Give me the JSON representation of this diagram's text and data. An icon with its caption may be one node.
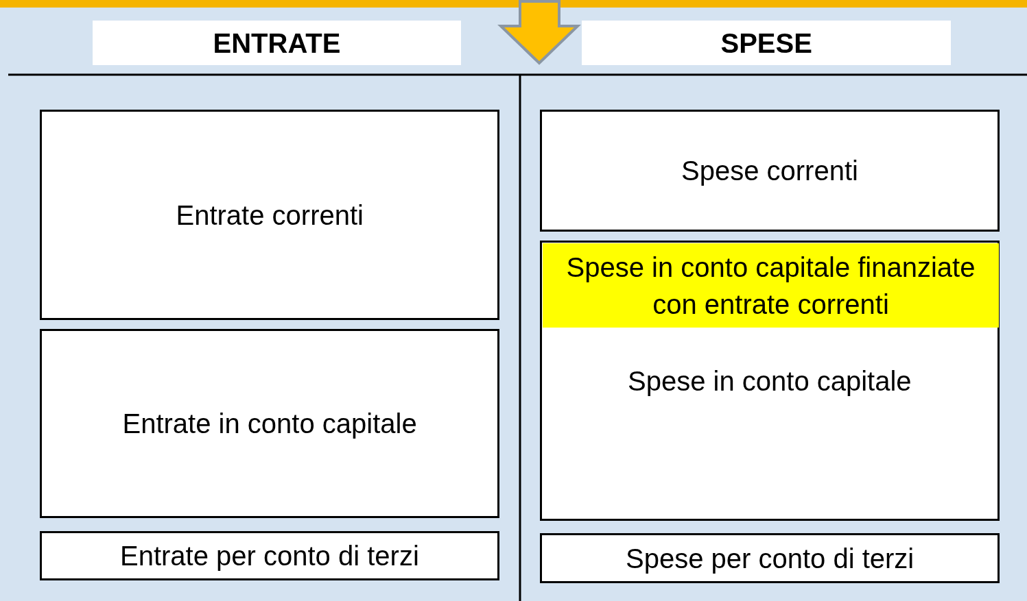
{
  "diagram": {
    "nodes": [
      {
        "text": [
          "ENTRATE"
        ]
      },
      {
        "text": [
          "SPESE"
        ]
      },
      {
        "text": [
          "Entrate correnti"
        ]
      },
      {
        "text": [
          "Entrate in conto capitale"
        ]
      },
      {
        "text": [
          "Entrate per conto di terzi"
        ]
      },
      {
        "text": [
          "Spese correnti"
        ]
      },
      {
        "text": [
          "Spese in conto capitale"
        ]
      },
      {
        "text": [
          "Spese in conto capitale finanziate con entrate correnti"
        ],
        "in": 6
      },
      {
        "text": [
          "Spese per conto di terzi"
        ]
      }
    ],
    "edges": []
  }
}
